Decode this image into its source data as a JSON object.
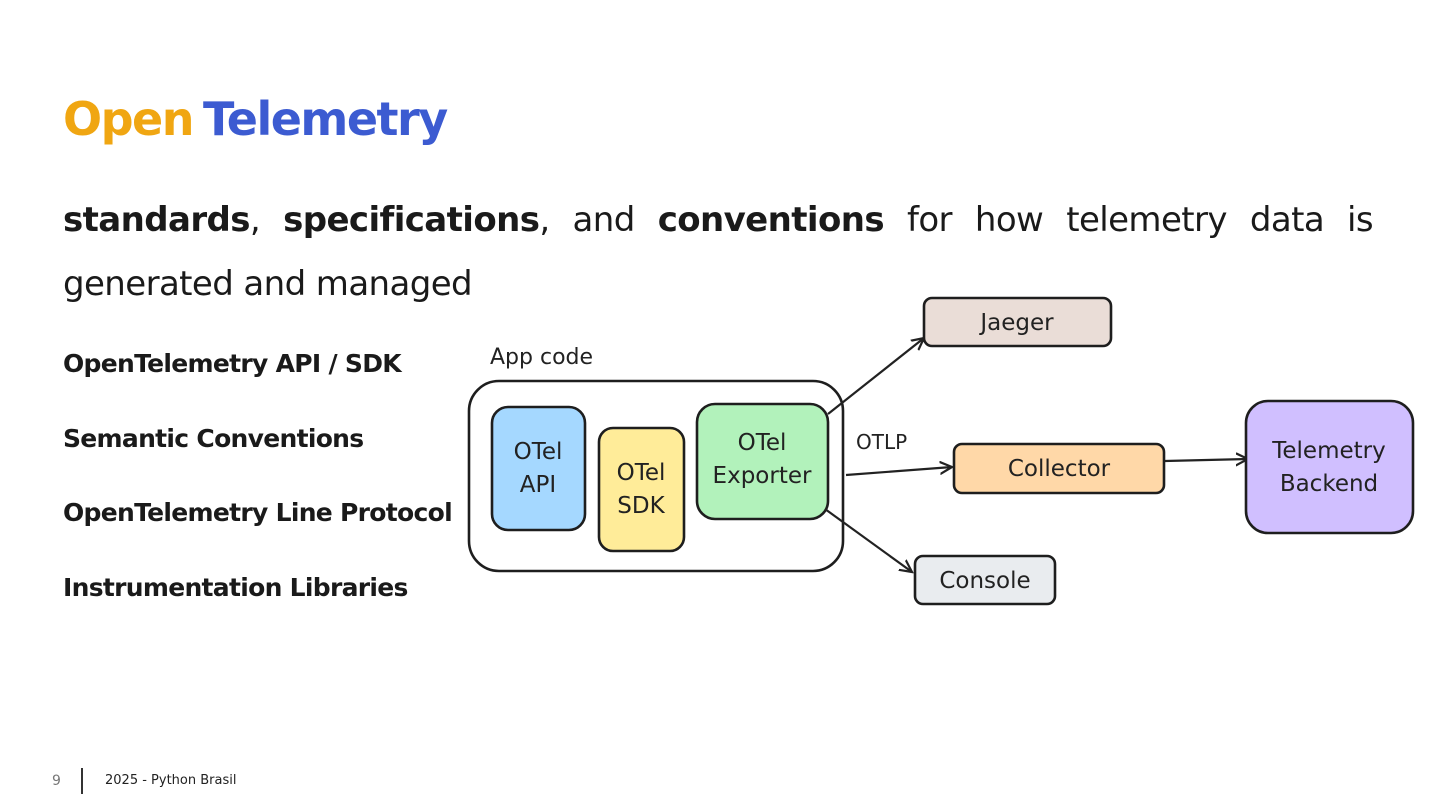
{
  "title": {
    "part1": "Open",
    "part2": "Telemetry"
  },
  "subtitle": {
    "b1": "standards",
    "s1": ", ",
    "b2": "specifications",
    "s2": ", and ",
    "b3": "conventions",
    "s3": " for how telemetry data is generated and managed"
  },
  "features": [
    "OpenTelemetry API / SDK",
    "Semantic Conventions",
    "OpenTelemetry Line Protocol",
    "Instrumentation Libraries"
  ],
  "diagram": {
    "app_code_label": "App code",
    "otel_api": [
      "OTel",
      "API"
    ],
    "otel_sdk": [
      "OTel",
      "SDK"
    ],
    "otel_exporter": [
      "OTel",
      "Exporter"
    ],
    "otlp_label": "OTLP",
    "jaeger": "Jaeger",
    "collector": "Collector",
    "console": "Console",
    "backend": [
      "Telemetry",
      "Backend"
    ],
    "colors": {
      "api": "#a5d8ff",
      "sdk": "#ffec99",
      "exporter": "#b2f2bb",
      "jaeger": "#eaddd7",
      "collector": "#ffd8a8",
      "console": "#e9ecef",
      "backend": "#d0bfff"
    }
  },
  "footer": {
    "page": "9",
    "text": "2025 - Python Brasil"
  }
}
